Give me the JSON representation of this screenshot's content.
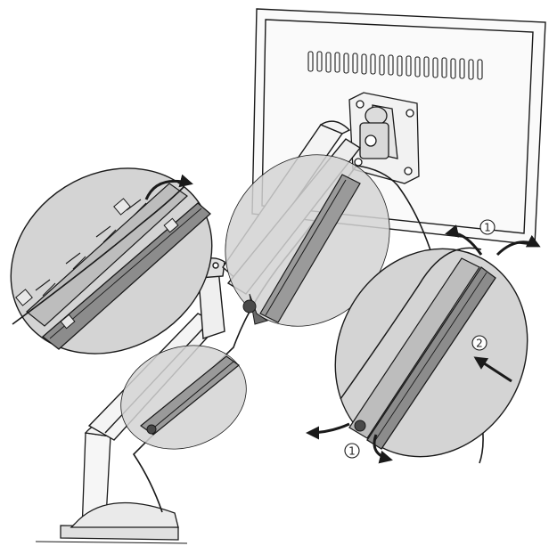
{
  "callouts": {
    "step_1_top": "1",
    "step_2": "2",
    "step_1_bottom": "1"
  },
  "colors": {
    "line": "#1a1a1a",
    "zoom_fill": "#d4d4d4",
    "cover_fill": "#8c8c8c",
    "background": "#ffffff"
  }
}
